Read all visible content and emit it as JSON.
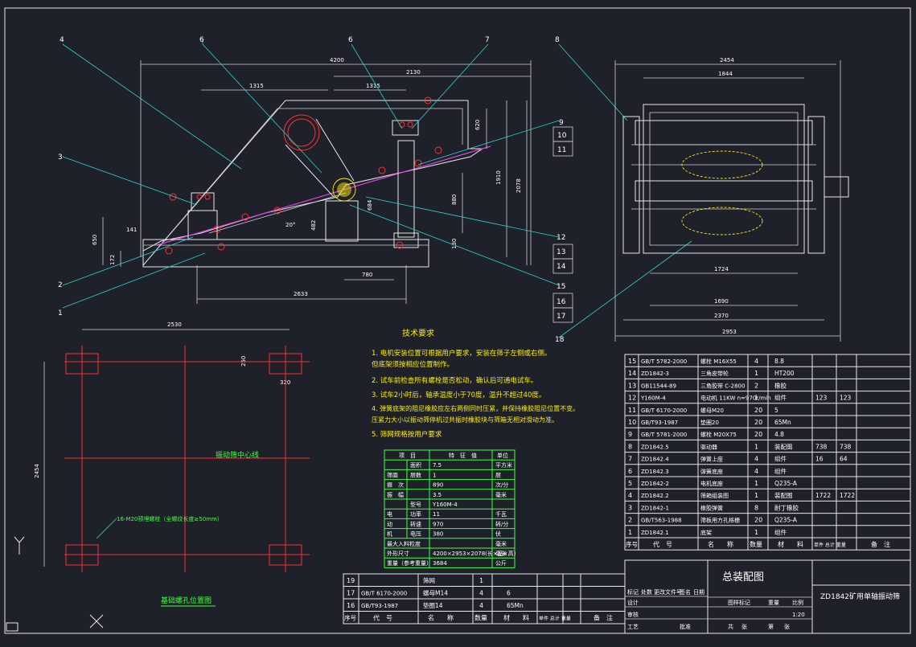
{
  "main_view": {
    "callouts": [
      "4",
      "6",
      "6",
      "7",
      "3",
      "2",
      "1",
      "8",
      "9",
      "10",
      "11",
      "12",
      "13",
      "14",
      "15",
      "16",
      "17",
      "18"
    ],
    "dims": {
      "d4200": "4200",
      "d2130": "2130",
      "d1315a": "1315",
      "d1315b": "1315",
      "d620": "620",
      "d1910": "1910",
      "d2078": "2078",
      "d880": "880",
      "d130": "130",
      "d141": "141",
      "d650": "650",
      "d172": "172",
      "d20": "20°",
      "d482": "482",
      "d684": "684",
      "d780": "780",
      "d2633": "2633"
    }
  },
  "side_view": {
    "dims": {
      "d2454": "2454",
      "d1844": "1844",
      "d1724": "1724",
      "d1690": "1690",
      "d2370": "2370",
      "d2953": "2953"
    }
  },
  "foundation": {
    "d2530": "2530",
    "d250": "250",
    "d320": "320",
    "d2454": "2454",
    "center_label": "振动筛中心线",
    "bolt_label": "16-M20预埋螺栓（全螺纹长度≥50mm）",
    "title": "基础螺孔位置图"
  },
  "tech": {
    "title": "技术要求",
    "items": [
      "1. 电机安装位置可根据用户要求，安装在筛子左侧或右侧。",
      "   但底架须按相应位置制作。",
      "2. 试车前检查所有螺栓是否松动，确认后可通电试车。",
      "3. 试车2小时后，轴承温度小于70度，温升不超过40度。",
      "4. 弹簧底架的阻尼橡胶应左右两侧同时压紧，并保持橡胶阻尼位置不变。",
      "   压紧力大小以振动筛停机过共振时橡胶块与筛箱无相对滑动为准。",
      "5. 筛网规格按用户要求"
    ]
  },
  "spec_table": {
    "header": [
      "项　目",
      "特　征　值",
      "单位"
    ],
    "rows": [
      [
        "",
        "面积",
        "7.5",
        "平方米"
      ],
      [
        "筛面",
        "层数",
        "1",
        "层"
      ],
      [
        "振　次",
        "",
        "890",
        "次/分"
      ],
      [
        "振　幅",
        "",
        "3.5",
        "毫米"
      ],
      [
        "",
        "型号",
        "Y160M-4",
        ""
      ],
      [
        "电",
        "功率",
        "11",
        "千瓦"
      ],
      [
        "动",
        "转速",
        "970",
        "转/分"
      ],
      [
        "机",
        "电压",
        "380",
        "伏"
      ],
      [
        "最大入料粒度",
        "",
        "",
        "毫米"
      ],
      [
        "外形尺寸",
        "",
        "4200×2953×2078(长×宽×高)",
        "毫米"
      ],
      [
        "重量（参考重量）",
        "",
        "3684",
        "公斤"
      ]
    ]
  },
  "bom": {
    "rows": [
      [
        "15",
        "GB/T 5782-2000",
        "螺栓 M16X55",
        "4",
        "8.8",
        "",
        ""
      ],
      [
        "14",
        "ZD1842-3",
        "三角皮带轮",
        "1",
        "HT200",
        "",
        ""
      ],
      [
        "13",
        "GB11544-89",
        "三角胶带 C-2800",
        "2",
        "橡胶",
        "",
        ""
      ],
      [
        "12",
        "Y160M-4",
        "电动机 11KW n=970r/min",
        "1",
        "组件",
        "123",
        "123"
      ],
      [
        "11",
        "GB/T 6170-2000",
        "螺母M20",
        "20",
        "5",
        "",
        ""
      ],
      [
        "10",
        "GB/T93-1987",
        "垫圈20",
        "20",
        "65Mn",
        "",
        ""
      ],
      [
        "9",
        "GB/T 5781-2000",
        "螺栓 M20X75",
        "20",
        "4.8",
        "",
        ""
      ],
      [
        "8",
        "ZD1842.5",
        "驱动器",
        "1",
        "装配图",
        "738",
        "738"
      ],
      [
        "7",
        "ZD1842.4",
        "弹簧上座",
        "4",
        "组件",
        "16",
        "64"
      ],
      [
        "6",
        "ZD1842.3",
        "弹簧底座",
        "4",
        "组件",
        "",
        ""
      ],
      [
        "5",
        "ZD1842-2",
        "电机底座",
        "1",
        "Q235-A",
        "",
        ""
      ],
      [
        "4",
        "ZD1842.2",
        "筛箱组装图",
        "1",
        "装配图",
        "1722",
        "1722"
      ],
      [
        "3",
        "ZD1842-1",
        "橡胶弹簧",
        "8",
        "耐丁橡胶",
        "",
        ""
      ],
      [
        "2",
        "GB/T563-1988",
        "筛板用方孔格栅",
        "20",
        "Q235-A",
        "",
        ""
      ],
      [
        "1",
        "ZD1842.1",
        "底架",
        "1",
        "组件",
        "",
        ""
      ]
    ],
    "header": [
      "序号",
      "代　号",
      "名　　称",
      "数量",
      "材　　料",
      "单件 总计 重量",
      "备　注"
    ]
  },
  "bom2": {
    "rows": [
      [
        "19",
        "",
        "筛网",
        "1",
        "",
        "",
        ""
      ],
      [
        "17",
        "GB/T 6170-2000",
        "螺母M14",
        "4",
        "6",
        "",
        ""
      ],
      [
        "16",
        "GB/T93-1987",
        "垫圈14",
        "4",
        "65Mn",
        "",
        ""
      ]
    ],
    "header": [
      "序号",
      "代　号",
      "名　　称",
      "数量",
      "材　　料",
      "单件 总计 重量",
      "备　注"
    ]
  },
  "title_block": {
    "title": "总装配图",
    "product": "ZD1842矿用单轴振动筛",
    "labels": [
      "标记",
      "处数",
      "更改文件号",
      "签名",
      "日期",
      "设计",
      "审核",
      "工艺",
      "批准",
      "图样标记",
      "重量",
      "比例",
      "共",
      "张",
      "第",
      "张"
    ],
    "scale": "1:20"
  }
}
